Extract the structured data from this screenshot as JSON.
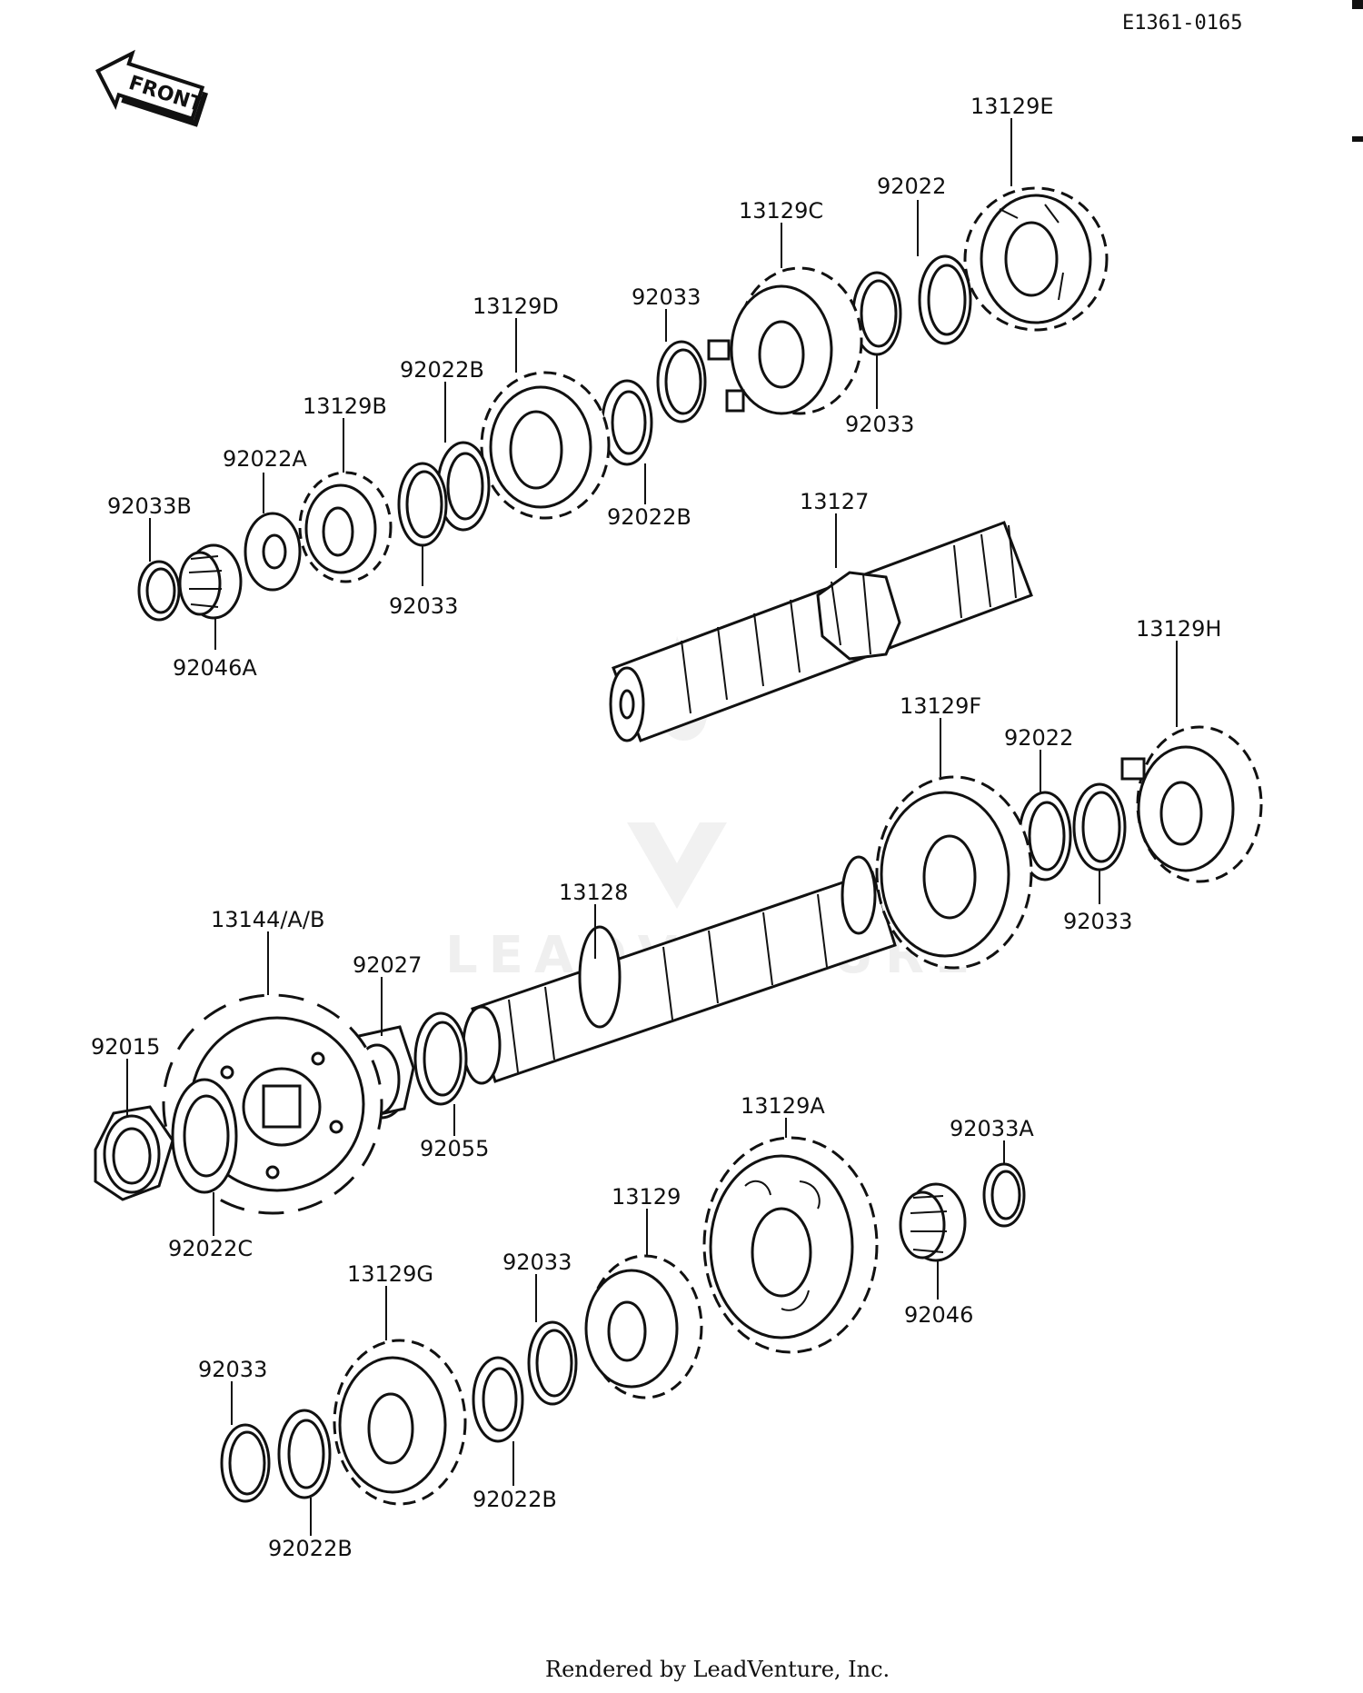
{
  "drawing_code": "E1361-0165",
  "front_arrow_label": "FRONT",
  "watermark": "LEADVENTURE",
  "footer": "Rendered by LeadVenture, Inc.",
  "labels": {
    "l13129E": "13129E",
    "l92022_top": "92022",
    "l13129C": "13129C",
    "l92033_top": "92033",
    "l13129D": "13129D",
    "l92022B_a": "92022B",
    "l13129B": "13129B",
    "l92022A": "92022A",
    "l92033B": "92033B",
    "l92033_r": "92033",
    "l92022B_b": "92022B",
    "l92033_mid": "92033",
    "l92046A": "92046A",
    "l13127": "13127",
    "l13129H": "13129H",
    "l13129F": "13129F",
    "l92022_mid": "92022",
    "l92033_h": "92033",
    "l13128": "13128",
    "l13144": "13144/A/B",
    "l92027": "92027",
    "l92015": "92015",
    "l92055": "92055",
    "l92022C": "92022C",
    "l13129A": "13129A",
    "l92033A": "92033A",
    "l13129": "13129",
    "l92046": "92046",
    "l13129G": "13129G",
    "l92033_low": "92033",
    "l92033_bl": "92033",
    "l92022B_c": "92022B",
    "l92022B_d": "92022B"
  }
}
